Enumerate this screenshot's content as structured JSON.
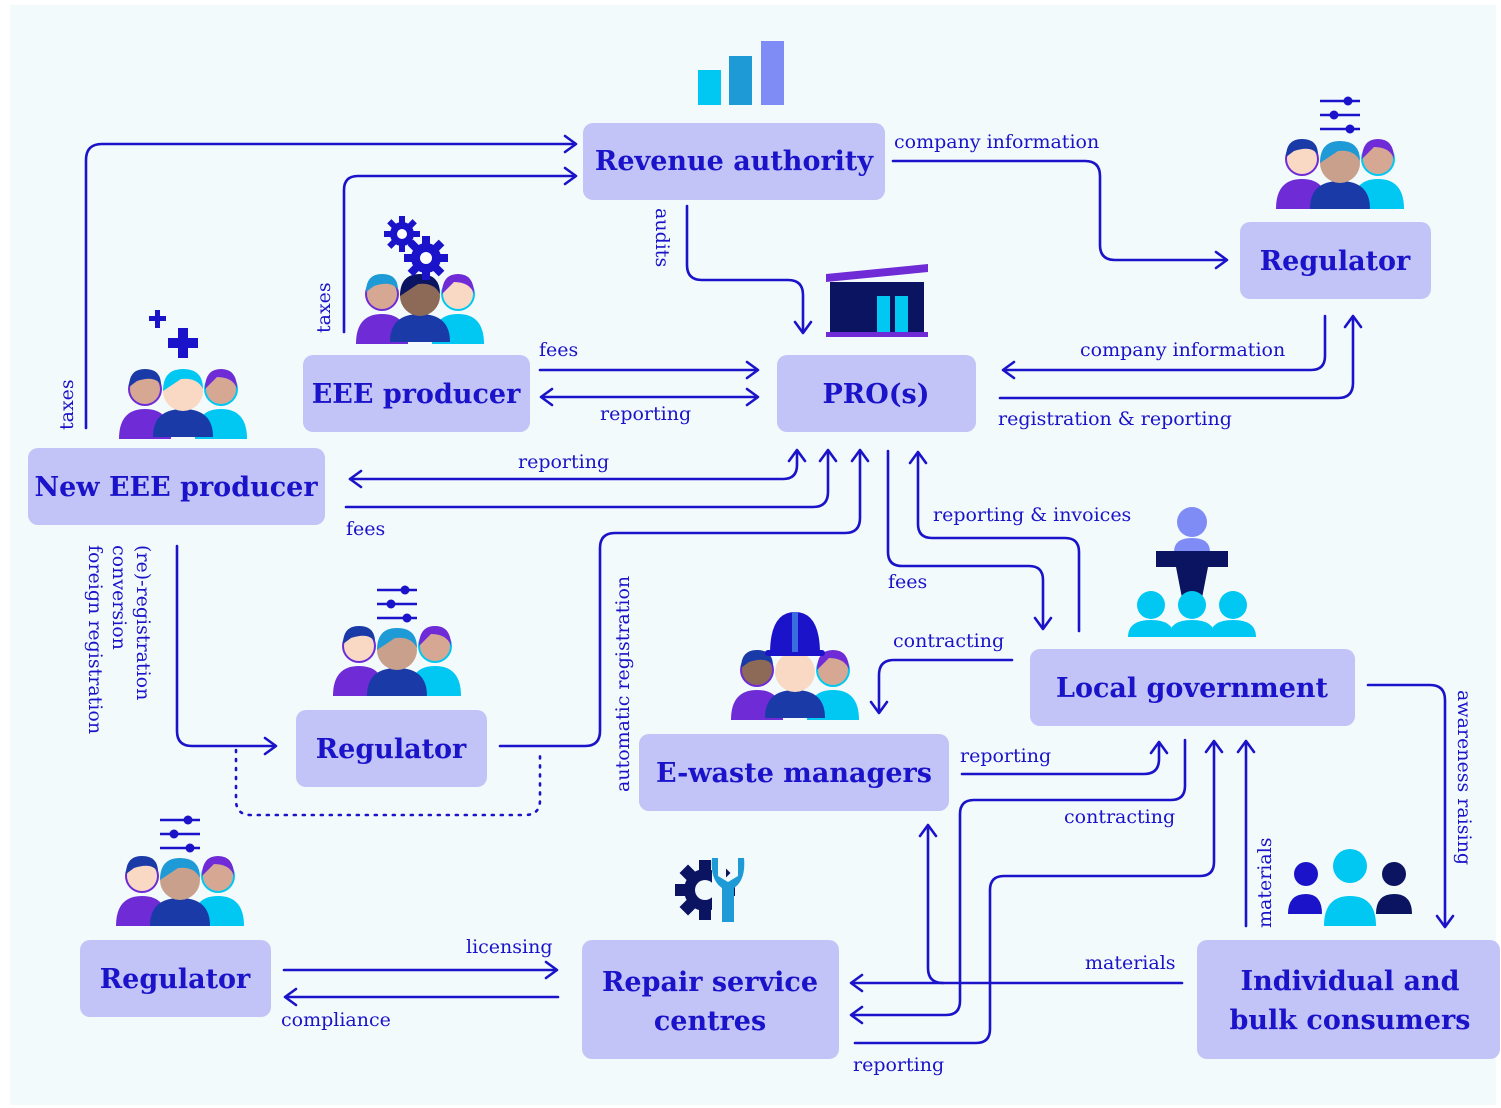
{
  "nodes": {
    "revenue_authority": "Revenue authority",
    "regulator_top": "Regulator",
    "eee_producer": "EEE producer",
    "pros": "PRO(s)",
    "new_eee_producer": "New EEE producer",
    "regulator_middle": "Regulator",
    "e_waste_managers": "E-waste managers",
    "local_government": "Local government",
    "regulator_bottom": "Regulator",
    "repair_service_centres_line1": "Repair service",
    "repair_service_centres_line2": "centres",
    "consumers_line1": "Individual and",
    "consumers_line2": "bulk consumers"
  },
  "edges": {
    "company_information_top": "company information",
    "audits": "audits",
    "taxes_eee": "taxes",
    "taxes_new": "taxes",
    "fees_eee": "fees",
    "reporting_eee": "reporting",
    "company_information_pro": "company information",
    "registration_reporting": "registration & reporting",
    "reporting_new": "reporting",
    "fees_new": "fees",
    "reporting_invoices": "reporting & invoices",
    "fees_local": "fees",
    "reregistration": "(re)-registration",
    "conversion": "conversion",
    "foreign_registration": "foreign registration",
    "automatic_registration": "automatic registration",
    "contracting_ewaste": "contracting",
    "reporting_ewaste": "reporting",
    "contracting_repair": "contracting",
    "awareness_raising": "awareness raising",
    "materials_vertical": "materials",
    "materials_horizontal": "materials",
    "licensing": "licensing",
    "compliance": "compliance",
    "reporting_repair": "reporting"
  },
  "colors": {
    "node_fill": "#c2c4f7",
    "primary": "#1a13c9",
    "cyan": "#00c8f2",
    "purple": "#6e2bd6",
    "navy": "#0b1460",
    "skin": "#f9d9c4",
    "skin_dark": "#8c6a57"
  },
  "icons": {
    "revenue_authority": "bar-chart-icon",
    "regulator_top": "regulator-group-icon",
    "eee_producer": "producer-gears-icon",
    "pros": "building-icon",
    "new_eee_producer": "new-producer-plus-icon",
    "regulator_middle": "regulator-group-icon",
    "e_waste_managers": "workers-hardhat-icon",
    "local_government": "government-podium-icon",
    "regulator_bottom": "regulator-group-icon",
    "repair_service_centres": "repair-tools-icon",
    "consumers": "consumers-group-icon"
  }
}
